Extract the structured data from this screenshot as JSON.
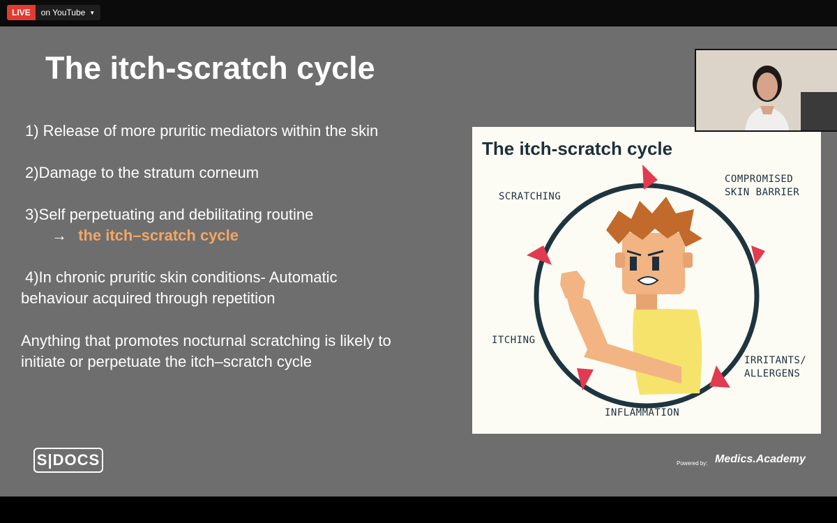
{
  "live": {
    "badge": "LIVE",
    "text": "on YouTube"
  },
  "slide": {
    "title": "The itch-scratch cycle",
    "points": {
      "p1": "1) Release of more pruritic mediators within the skin",
      "p2": "2)Damage to the stratum corneum",
      "p3": "3)Self perpetuating and debilitating routine",
      "p3_arrow": "→",
      "p3_highlight": "the itch–scratch cycle",
      "p4_line1": "4)In chronic pruritic skin conditions- Automatic",
      "p4_line2": "behaviour acquired through repetition",
      "p5_line1": "Anything that promotes nocturnal scratching is likely to",
      "p5_line2": "initiate or perpetuate the itch–scratch cycle"
    },
    "logo": "S|DOCS",
    "powered_by": "Powered by:",
    "brand": "Medics.Academy"
  },
  "diagram": {
    "title": "The itch-scratch cycle",
    "labels": {
      "scratching": "SCRATCHING",
      "compromised1": "COMPROMISED",
      "compromised2": "SKIN BARRIER",
      "itching": "ITCHING",
      "irritants1": "IRRITANTS/",
      "irritants2": "ALLERGENS",
      "inflammation": "INFLAMMATION"
    },
    "colors": {
      "ring": "#1e3540",
      "arrow": "#e23a4f",
      "hair": "#c26a2b",
      "skin": "#f2b483",
      "shirt": "#f6e36b"
    }
  },
  "colors": {
    "slide_bg": "#6e6e6e",
    "highlight": "#f2a766",
    "live_red": "#e23a30"
  }
}
